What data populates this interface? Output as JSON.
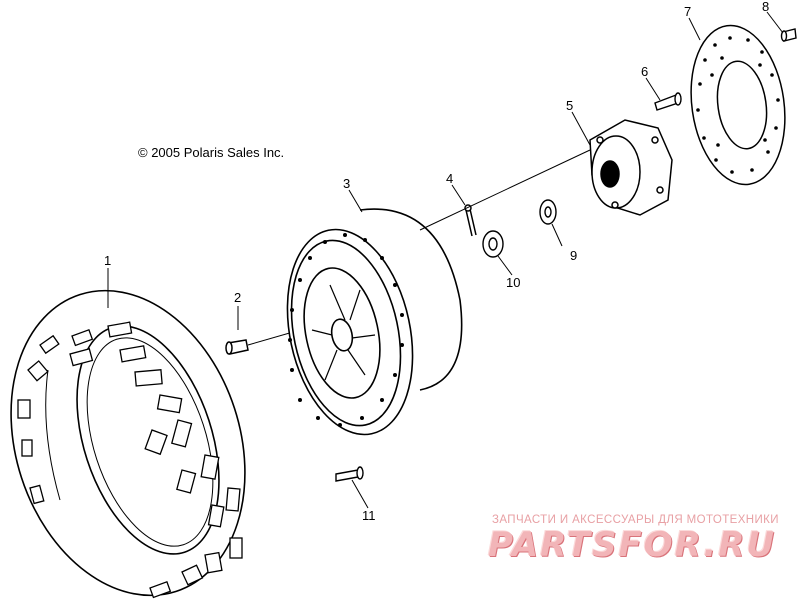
{
  "copyright": "© 2005 Polaris Sales Inc.",
  "callouts": [
    {
      "id": "1",
      "part": "tire"
    },
    {
      "id": "2",
      "part": "valve-stem"
    },
    {
      "id": "3",
      "part": "wheel-rim"
    },
    {
      "id": "4",
      "part": "cotter-pin"
    },
    {
      "id": "5",
      "part": "wheel-hub"
    },
    {
      "id": "6",
      "part": "stud-bolt"
    },
    {
      "id": "7",
      "part": "brake-disc"
    },
    {
      "id": "8",
      "part": "disc-bolt"
    },
    {
      "id": "9",
      "part": "washer"
    },
    {
      "id": "10",
      "part": "castle-nut"
    },
    {
      "id": "11",
      "part": "wheel-bolt"
    }
  ],
  "watermark": {
    "tagline": "ЗАПЧАСТИ И АКСЕССУАРЫ ДЛЯ МОТОТЕХНИКИ",
    "logo": "PARTSFOR.RU",
    "color": "#f2b5b8"
  }
}
